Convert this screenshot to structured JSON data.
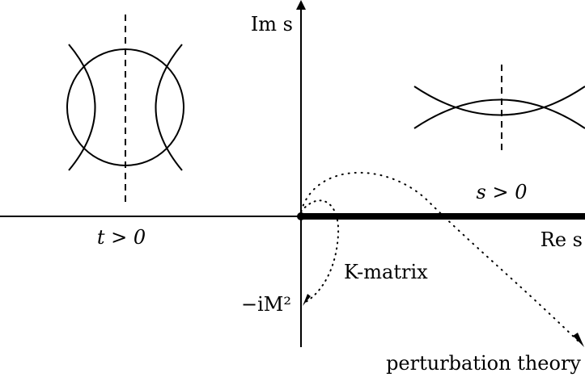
{
  "labels": {
    "im_axis": "Im s",
    "re_axis": "Re s",
    "t_region": "t > 0",
    "s_region": "s > 0",
    "k_matrix": "K-matrix",
    "pole": "−iM²",
    "perturbation": "perturbation theory"
  },
  "colors": {
    "ink": "#000000",
    "background": "#ffffff"
  }
}
